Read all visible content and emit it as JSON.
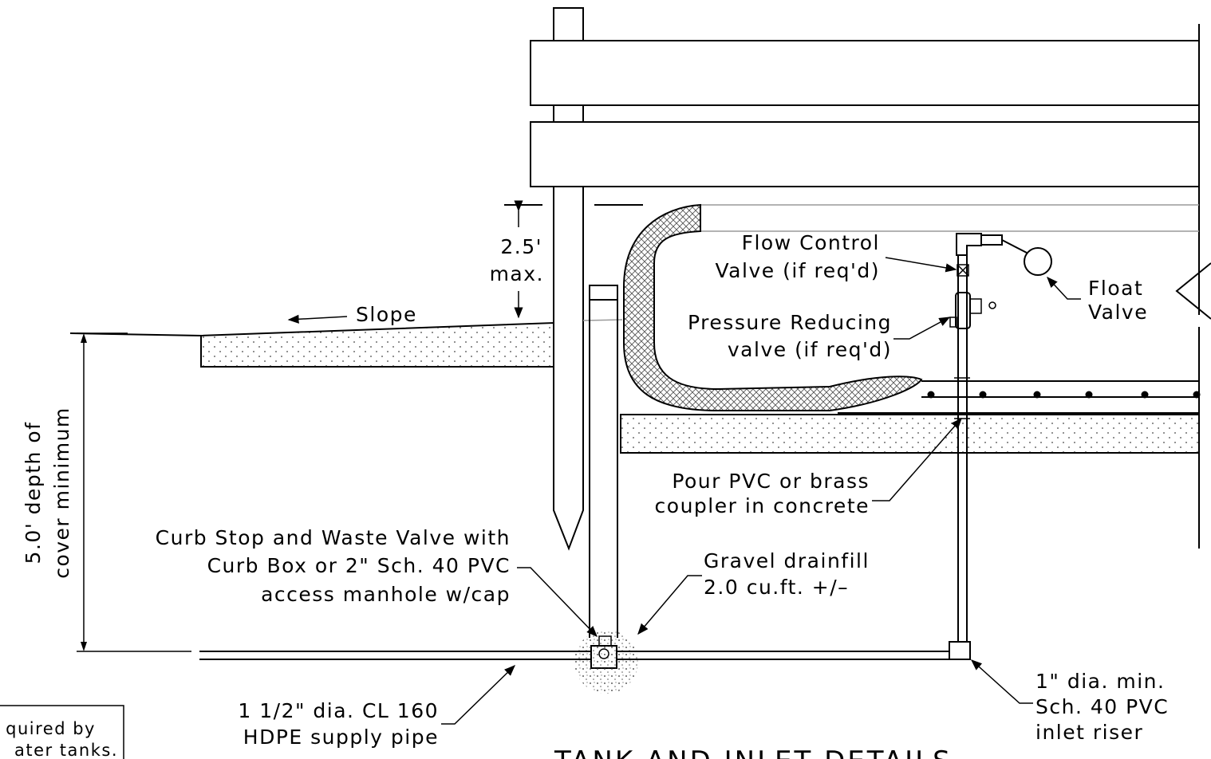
{
  "title": "TANK  AND  INLET  DETAILS",
  "labels": {
    "flow_control_1": "Flow  Control",
    "flow_control_2": "Valve  (if  req'd)",
    "float_1": "Float",
    "float_2": "Valve",
    "pressure_1": "Pressure  Reducing",
    "pressure_2": "valve  (if  req'd)",
    "slope": "Slope",
    "max_1": "2.5'",
    "max_2": "max.",
    "depth_1": "5.0'  depth  of",
    "depth_2": "cover  minimum",
    "coupler_1": "Pour  PVC  or  brass",
    "coupler_2": "coupler  in  concrete",
    "curb_1": "Curb  Stop  and  Waste  Valve  with",
    "curb_2": "Curb  Box  or  2\"  Sch.  40  PVC",
    "curb_3": "access  manhole  w/cap",
    "gravel_1": "Gravel  drainfill",
    "gravel_2": "2.0  cu.ft.  +/–",
    "hdpe_1": "1  1/2\"  dia.   CL  160",
    "hdpe_2": "HDPE  supply  pipe",
    "riser_1": "1\"  dia.  min.",
    "riser_2": "Sch.  40  PVC",
    "riser_3": "inlet  riser",
    "note_1": "quired  by",
    "note_2": "ater  tanks."
  }
}
